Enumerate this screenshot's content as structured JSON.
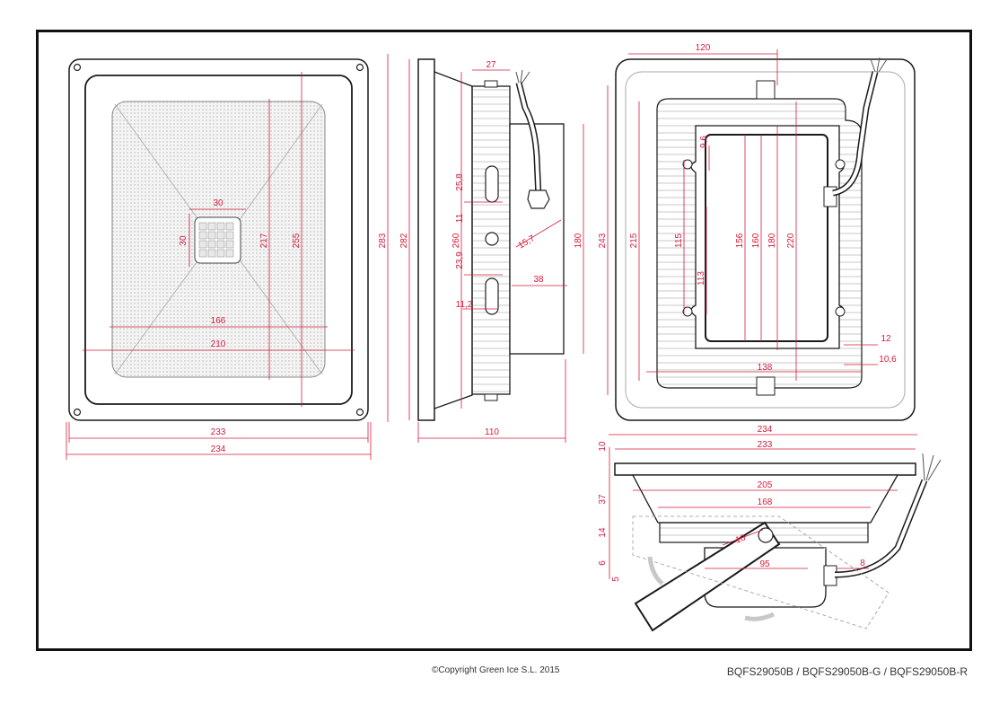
{
  "footer": {
    "copyright": "©Copyright Green Ice S.L. 2015",
    "models": "BQFS29050B / BQFS29050B-G / BQFS29050B-R"
  },
  "colors": {
    "dimension": "#d41c3c",
    "outline": "#1a1a1a",
    "detail": "#9a9a9a"
  },
  "front_view": {
    "dims": {
      "w1": "233",
      "w2": "234",
      "w_inner": "210",
      "w_lens": "166",
      "h_lens": "217",
      "h_inner": "255",
      "led_w": "30",
      "led_h": "30"
    }
  },
  "side_view": {
    "dims": {
      "h1": "283",
      "h2": "282",
      "h3": "260",
      "h4": "180",
      "depth": "110",
      "top": "27",
      "slot1": "25,8",
      "gap": "11",
      "hole": "23,9",
      "slot2": "11,2",
      "gland": "15,7",
      "box": "38"
    }
  },
  "back_view": {
    "dims": {
      "top": "120",
      "h_outer": "243",
      "h_plate": "215",
      "h_box": "220",
      "d180": "180",
      "d160": "160",
      "d156": "156",
      "d115": "115",
      "d113": "113",
      "d9_6": "9,6",
      "w_box": "138",
      "d12": "12",
      "d10_6": "10,6"
    }
  },
  "bottom_view": {
    "dims": {
      "w234": "234",
      "w233": "233",
      "w205": "205",
      "w168": "168",
      "w95": "95",
      "d10": "10",
      "d37": "37",
      "d14": "14",
      "d6": "6",
      "d5": "5",
      "d8": "8",
      "angle10": "10"
    }
  }
}
